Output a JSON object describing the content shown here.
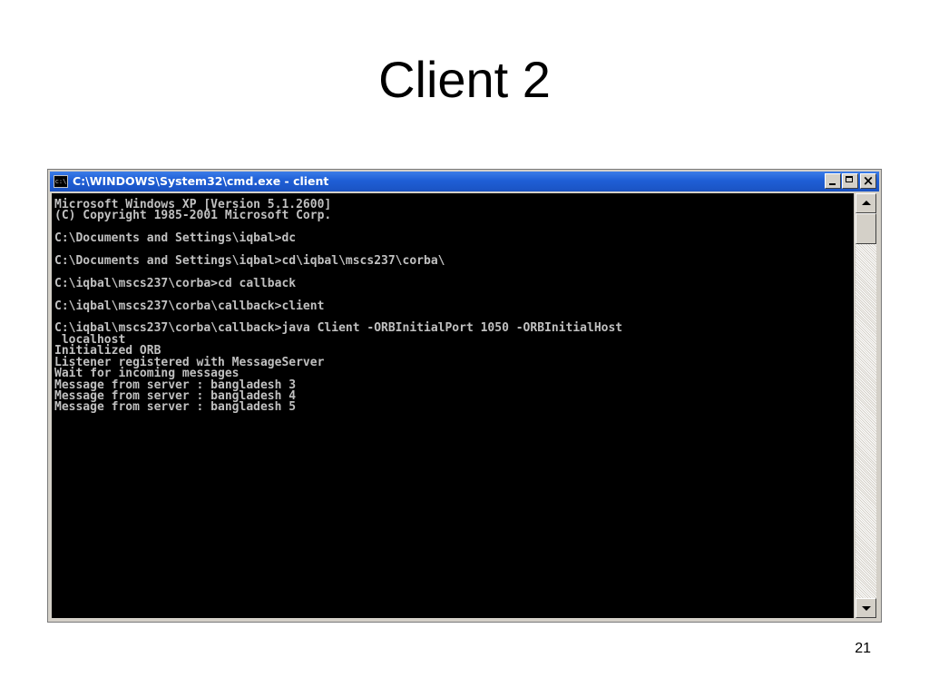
{
  "slide": {
    "title": "Client 2",
    "page_number": "21"
  },
  "window": {
    "icon_label": "c:\\",
    "title": "C:\\WINDOWS\\System32\\cmd.exe - client",
    "console_lines": [
      "Microsoft Windows XP [Version 5.1.2600]",
      "(C) Copyright 1985-2001 Microsoft Corp.",
      "",
      "C:\\Documents and Settings\\iqbal>dc",
      "",
      "C:\\Documents and Settings\\iqbal>cd\\iqbal\\mscs237\\corba\\",
      "",
      "C:\\iqbal\\mscs237\\corba>cd callback",
      "",
      "C:\\iqbal\\mscs237\\corba\\callback>client",
      "",
      "C:\\iqbal\\mscs237\\corba\\callback>java Client -ORBInitialPort 1050 -ORBInitialHost",
      " localhost",
      "Initialized ORB",
      "Listener registered with MessageServer",
      "Wait for incoming messages",
      "Message from server : bangladesh 3",
      "Message from server : bangladesh 4",
      "Message from server : bangladesh 5"
    ]
  },
  "colors": {
    "titlebar": "#1f5fd6",
    "console_bg": "#000000",
    "console_text": "#c0c0c0",
    "chrome": "#d4d0c8"
  },
  "icons": {
    "window_icon": "cmd-icon",
    "minimize": "minimize-icon",
    "maximize": "maximize-icon",
    "close": "close-icon",
    "scroll_up": "arrow-up-icon",
    "scroll_down": "arrow-down-icon"
  }
}
